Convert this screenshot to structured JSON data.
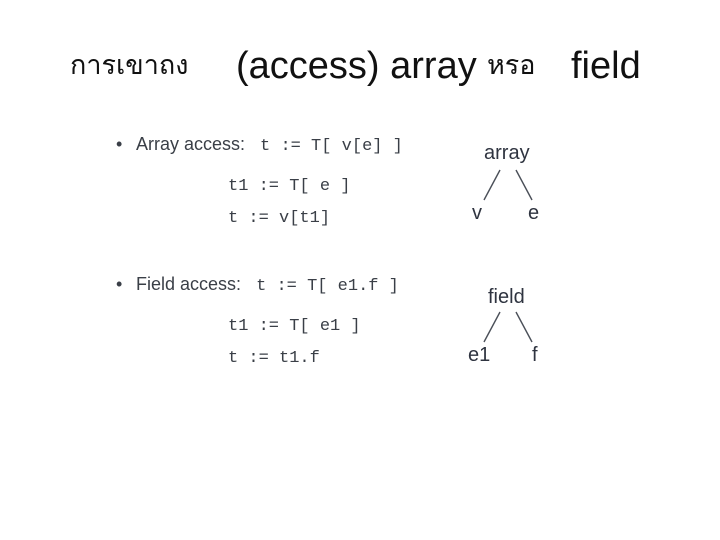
{
  "title": {
    "thai_prefix": "การเขาถง",
    "main": "(access) array",
    "thai_or": "หรอ",
    "field": "field"
  },
  "figure": {
    "array_access": {
      "bullet": "•",
      "label": "Array access:",
      "code": "t := T[ v[e] ]",
      "line1": "t1 := T[ e ]",
      "line2": "t := v[t1]",
      "tree": {
        "root": "array",
        "left": "v",
        "right": "e"
      }
    },
    "field_access": {
      "bullet": "•",
      "label": "Field access:",
      "code": "t := T[ e1.f ]",
      "line1": "t1 := T[ e1 ]",
      "line2": "t := t1.f",
      "tree": {
        "root": "field",
        "left": "e1",
        "right": "f"
      }
    }
  }
}
